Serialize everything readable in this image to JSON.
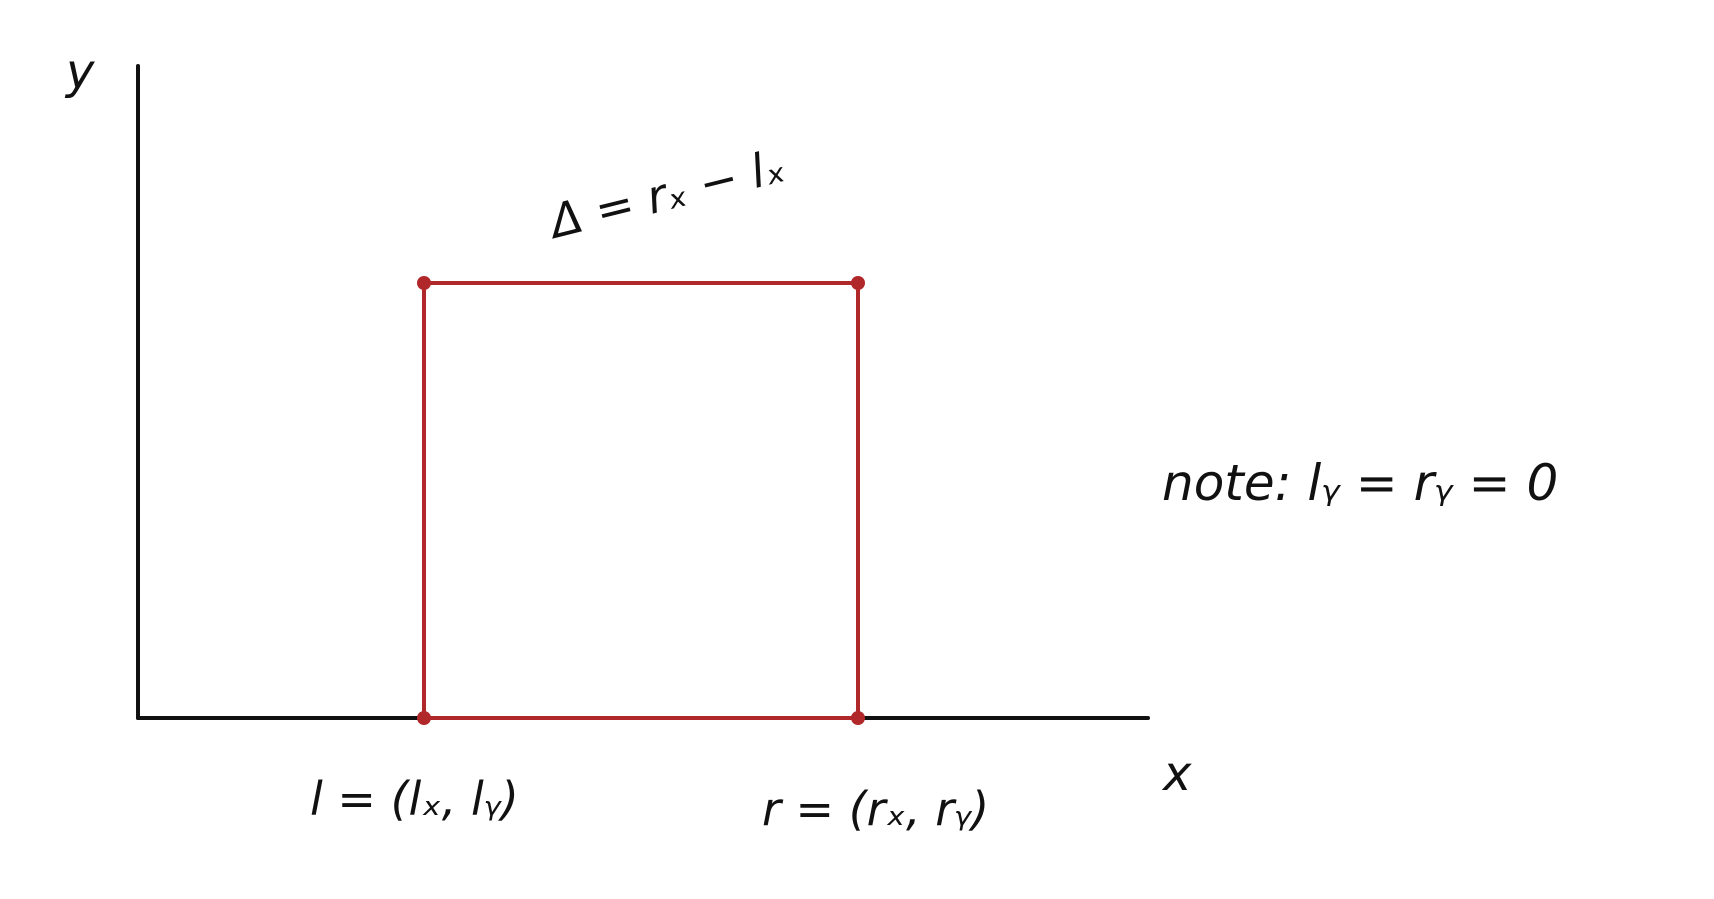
{
  "axes": {
    "x_label": "x",
    "y_label": "y"
  },
  "labels": {
    "width_eq": "Δ = rₓ − lₓ",
    "left_point": "l = (lₓ, lᵧ)",
    "right_point": "r = (rₓ, rᵧ)",
    "note": "note:  lᵧ = rᵧ = 0"
  },
  "colors": {
    "square": "#b0282a",
    "axes": "#111111"
  }
}
